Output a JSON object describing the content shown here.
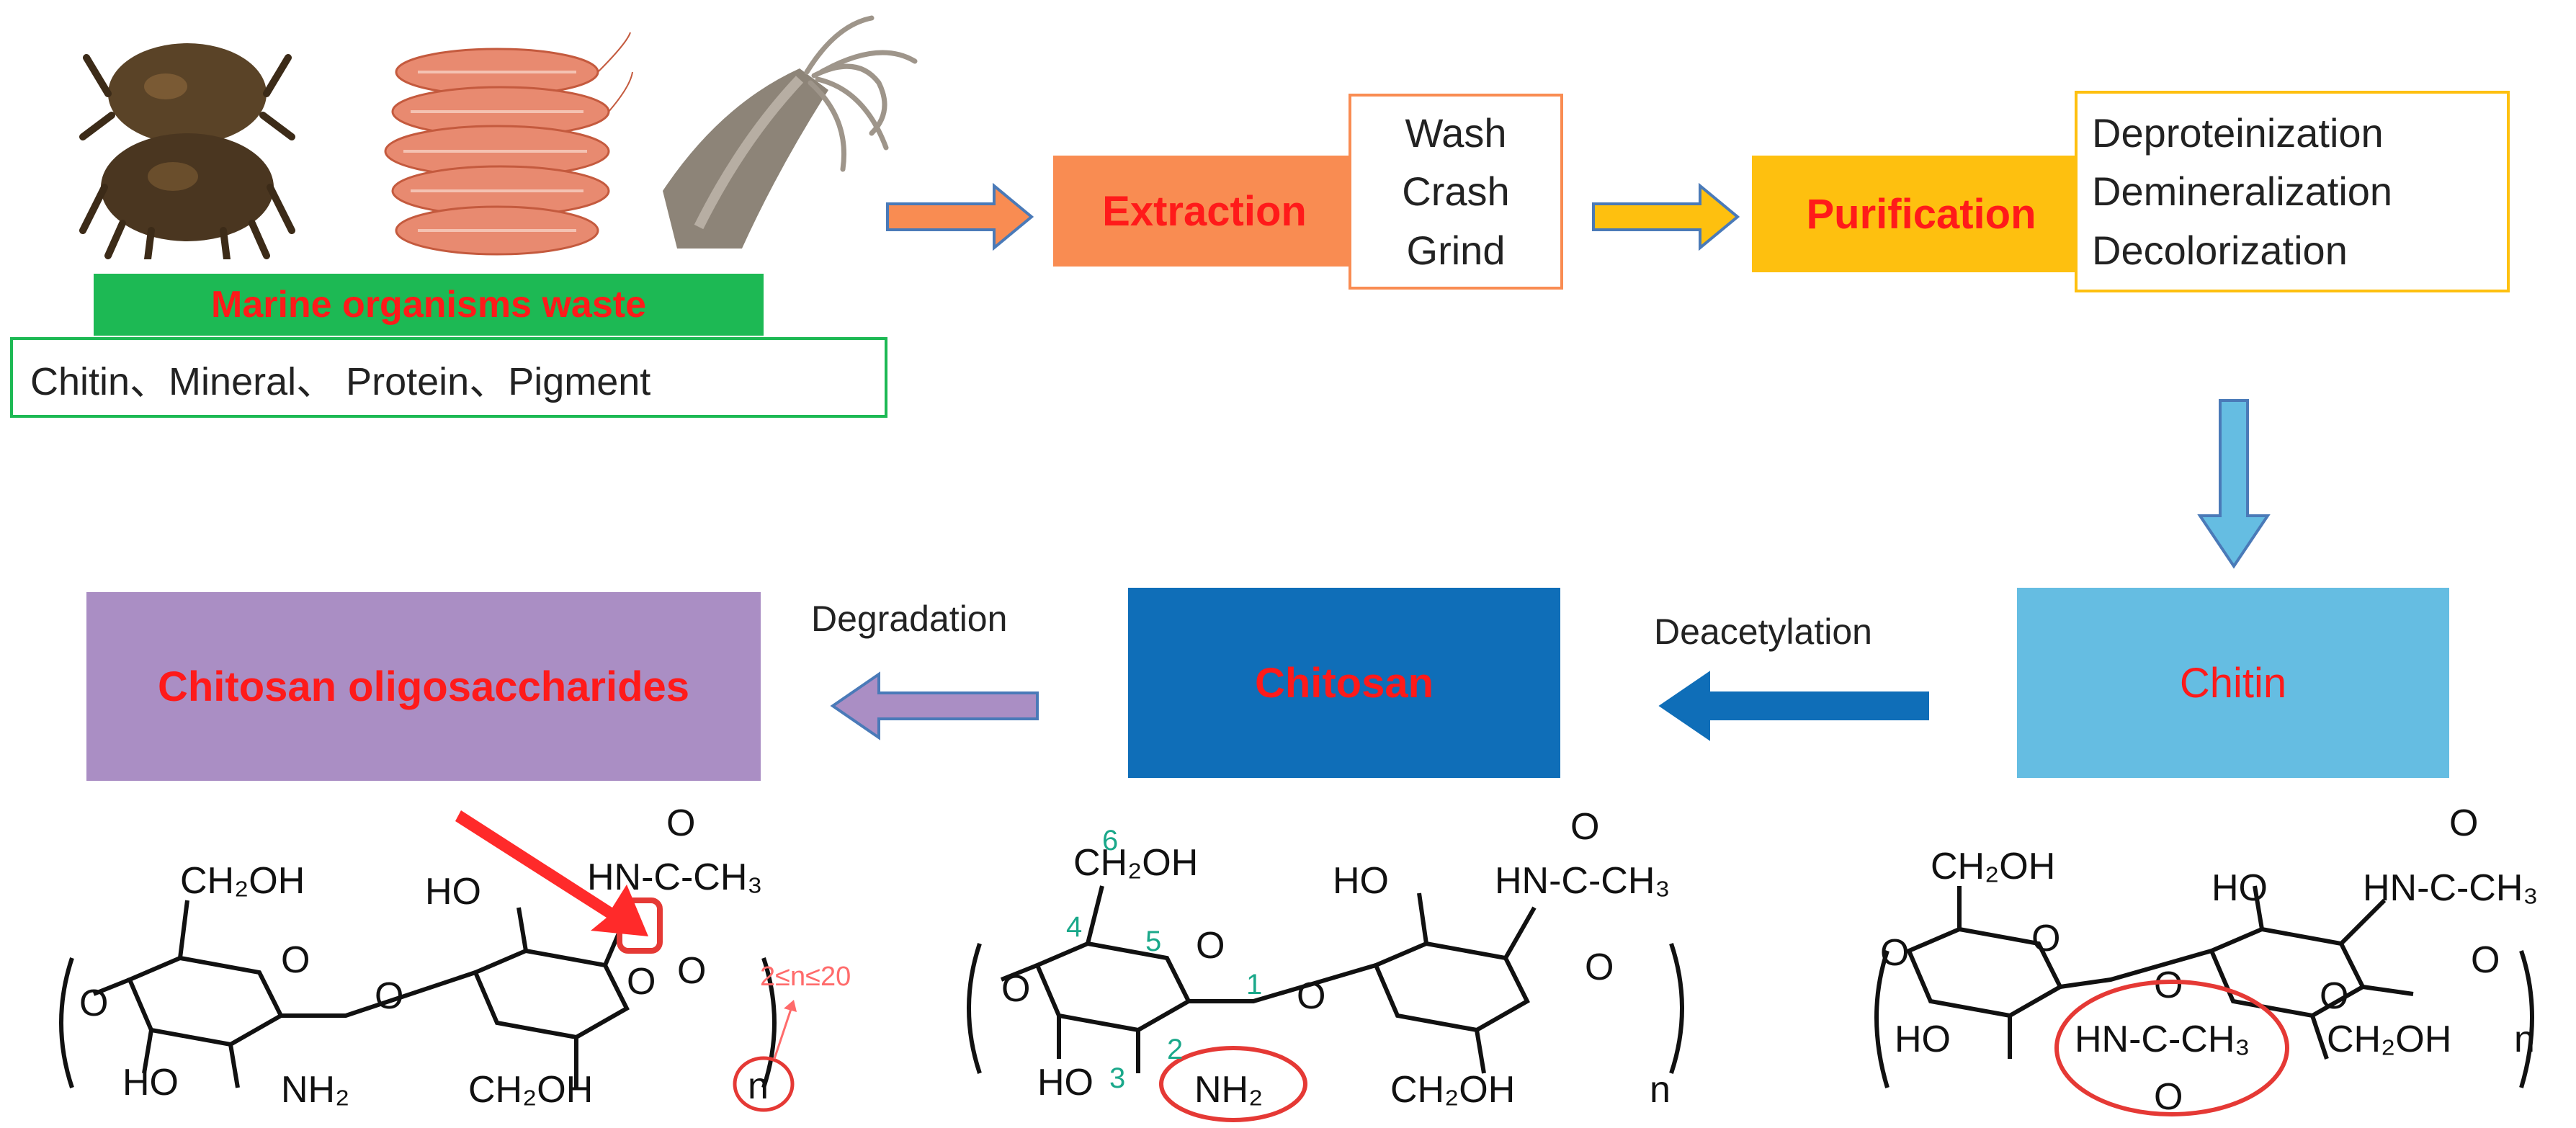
{
  "colors": {
    "green": "#1db954",
    "orange": "#f98c52",
    "yellow": "#fec00f",
    "chitin_blue": "#65bde2",
    "chitosan_blue": "#0f6eb8",
    "purple": "#aa8ec4",
    "red_text": "#ff1a1a",
    "teal": "#1aa88a"
  },
  "source": {
    "images": [
      "crab-photo",
      "shrimp-photo",
      "squid-photo"
    ],
    "label": "Marine organisms waste",
    "components": "Chitin、Mineral、 Protein、Pigment"
  },
  "extraction": {
    "label": "Extraction",
    "steps": [
      "Wash",
      "Crash",
      "Grind"
    ]
  },
  "purification": {
    "label": "Purification",
    "steps": [
      "Deproteinization",
      "Demineralization",
      "Decolorization"
    ]
  },
  "products": {
    "chitin": "Chitin",
    "chitosan": "Chitosan",
    "cos": "Chitosan oligosaccharides"
  },
  "processes": {
    "deacetylation": "Deacetylation",
    "degradation": "Degradation"
  },
  "structures": {
    "ch2oh": "CH₂OH",
    "ho": "HO",
    "nh2": "NH₂",
    "o": "O",
    "hnc_ch3": "HN-C-CH₃",
    "o_double": "O",
    "n": "n",
    "range": "2≤n≤20",
    "numbers": [
      "1",
      "2",
      "3",
      "4",
      "5",
      "6"
    ]
  }
}
